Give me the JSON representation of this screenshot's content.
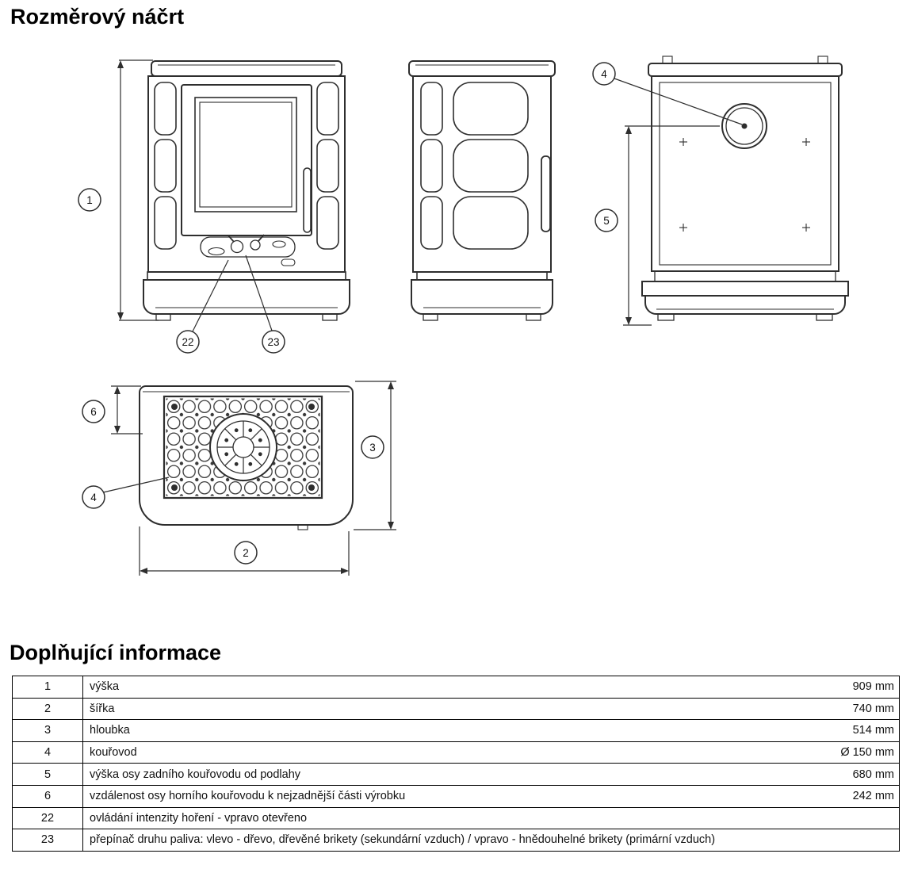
{
  "page": {
    "title": "Rozměrový náčrt",
    "info_title": "Doplňující informace"
  },
  "drawing": {
    "labels": {
      "n1": "1",
      "n2": "2",
      "n3": "3",
      "n4": "4",
      "n5": "5",
      "n6": "6",
      "n22": "22",
      "n23": "23"
    }
  },
  "table": {
    "rows": [
      {
        "num": "1",
        "desc": "výška",
        "value": "909 mm"
      },
      {
        "num": "2",
        "desc": "šířka",
        "value": "740 mm"
      },
      {
        "num": "3",
        "desc": "hloubka",
        "value": "514 mm"
      },
      {
        "num": "4",
        "desc": "kouřovod",
        "value": "Ø 150 mm"
      },
      {
        "num": "5",
        "desc": "výška osy zadního kouřovodu od podlahy",
        "value": "680 mm"
      },
      {
        "num": "6",
        "desc": "vzdálenost osy horního kouřovodu k nejzadnější části výrobku",
        "value": "242 mm"
      },
      {
        "num": "22",
        "desc": "ovládání intenzity hoření - vpravo otevřeno",
        "value": ""
      },
      {
        "num": "23",
        "desc": "přepínač druhu paliva: vlevo - dřevo, dřevěné brikety (sekundární vzduch) / vpravo - hnědouhelné brikety (primární vzduch)",
        "value": ""
      }
    ]
  }
}
